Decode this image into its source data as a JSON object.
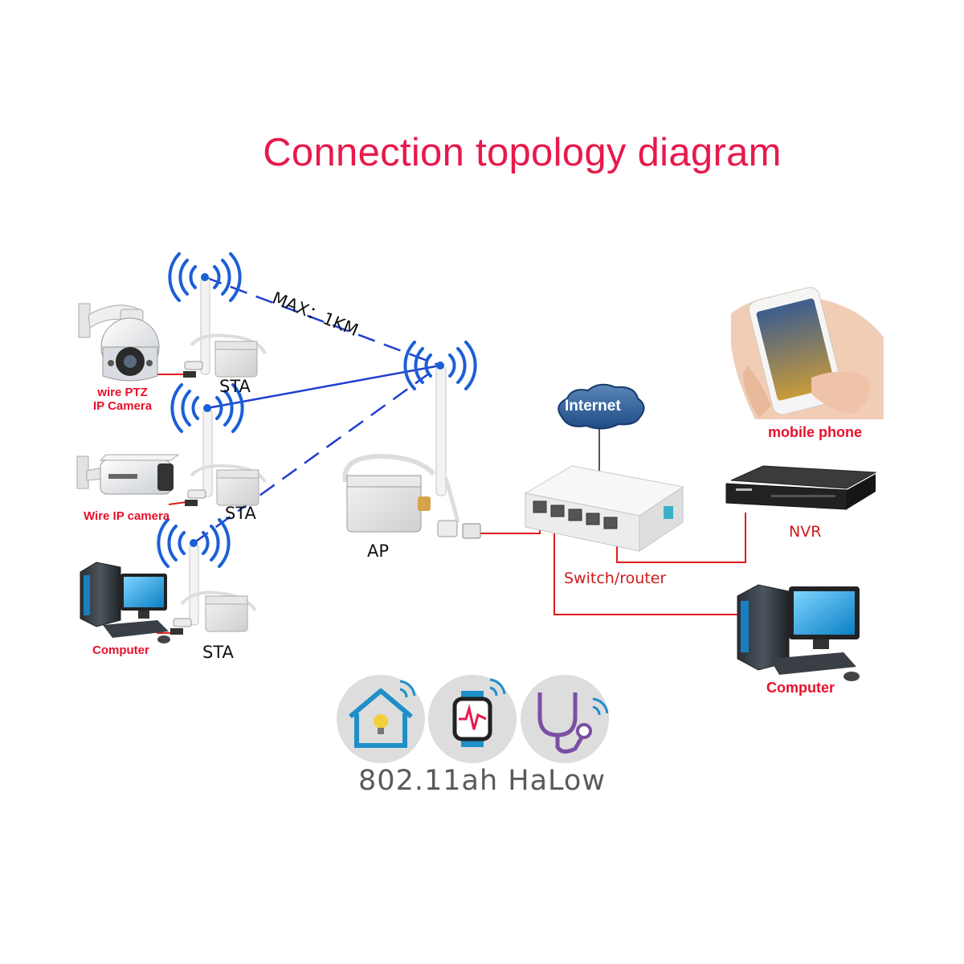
{
  "title": "Connection topology diagram",
  "range_label": "MAX：1KM",
  "devices": {
    "ptz_camera": "wire PTZ\nIP Camera",
    "ip_camera": "Wire IP camera",
    "computer_left": "Computer",
    "sta_1": "STA",
    "sta_2": "STA",
    "sta_3": "STA",
    "ap": "AP",
    "internet": "Internet",
    "switch_router": "Switch/router",
    "mobile_phone": "mobile phone",
    "nvr": "NVR",
    "computer_right": "Computer"
  },
  "footer": {
    "brand": "802.11ah HaLow",
    "icons": [
      "smart-home-icon",
      "smartwatch-icon",
      "stethoscope-icon"
    ]
  },
  "colors": {
    "title": "#e8194b",
    "wireless_link": "#1f3fd0",
    "wired_link": "#e31b1b",
    "signal": "#1b5fd6",
    "icon_circle": "#dddddd",
    "icon_blue": "#1e8fc8",
    "icon_purple": "#7a4fa3",
    "icon_red": "#e8194b"
  }
}
